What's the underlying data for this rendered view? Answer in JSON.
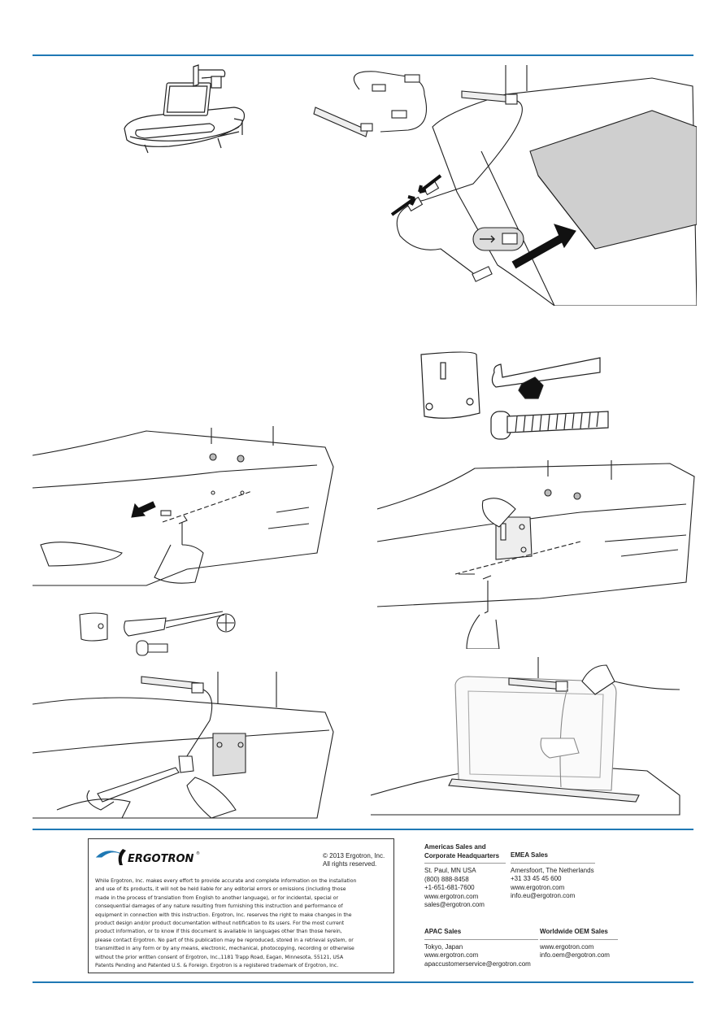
{
  "colors": {
    "accent_rule": "#1f78b4",
    "logo_wave": "#1f78b4"
  },
  "footer": {
    "logo_text": "ERGOTRON",
    "logo_mark": "®",
    "copyright_line1": "© 2013 Ergotron, Inc.",
    "copyright_line2": "All rights reserved.",
    "legal_lines": [
      "While Ergotron, Inc. makes every effort to provide accurate and complete information on the installation",
      "and use of its products, it will not be held liable for any editorial errors or omissions (including those",
      "made in the process of translation from English to another language), or for incidental, special or",
      "consequential damages of any nature resulting from furnishing this instruction and performance of",
      "equipment in connection with this instruction. Ergotron, Inc. reserves the right to make changes in the",
      "product design and/or product documentation without notification to its users. For the most current",
      "product information, or to know if this document is available in languages other than those herein,",
      "please contact Ergotron. No part of this publication may be reproduced, stored in a retrieval system, or",
      "transmitted in any form or by any means, electronic, mechanical, photocopying, recording or otherwise",
      "without the prior written consent of Ergotron, Inc.,1181 Trapp Road, Eagan, Minnesota, 55121, USA",
      "Patents Pending and Patented U.S. & Foreign. Ergotron is a registered trademark of Ergotron, Inc."
    ]
  },
  "contacts": {
    "americas": {
      "title1": "Americas Sales and",
      "title2": "Corporate Headquarters",
      "lines": [
        "St. Paul, MN USA",
        "(800) 888-8458",
        "+1-651-681-7600",
        "www.ergotron.com",
        "sales@ergotron.com"
      ]
    },
    "emea": {
      "title": "EMEA Sales",
      "lines": [
        "Amersfoort, The Netherlands",
        "+31 33 45 45 600",
        "www.ergotron.com",
        "info.eu@ergotron.com"
      ]
    },
    "apac": {
      "title": "APAC Sales",
      "lines": [
        "Tokyo, Japan",
        "www.ergotron.com",
        "apaccustomerservice@ergotron.com"
      ]
    },
    "oem": {
      "title": "Worldwide OEM Sales",
      "lines": [
        "www.ergotron.com",
        "info.oem@ergotron.com"
      ]
    }
  }
}
